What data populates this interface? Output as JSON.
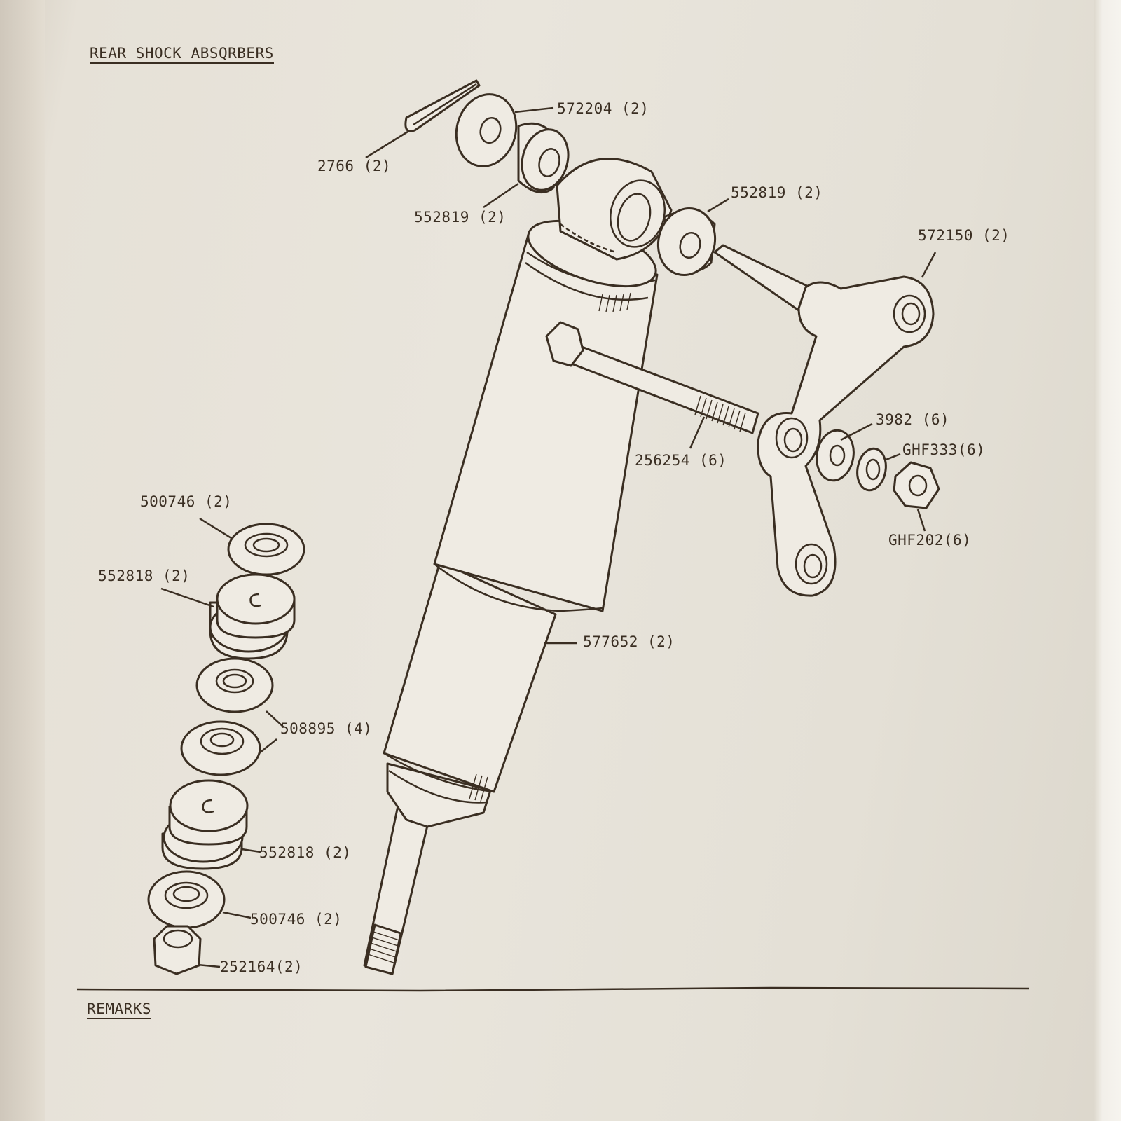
{
  "header": {
    "title": "REAR SHOCK ABSQRBERS"
  },
  "footer": {
    "remarks_label": "REMARKS"
  },
  "parts": {
    "p572204": "572204  (2)",
    "p2766": "2766 (2)",
    "p552819a": "552819 (2)",
    "p552819b": "552819 (2)",
    "p572150": "572150  (2)",
    "p3982": "3982 (6)",
    "pGHF333": "GHF333(6)",
    "p256254": "256254 (6)",
    "pGHF202": "GHF202(6)",
    "p500746a": "500746 (2)",
    "p552818a": "552818 (2)",
    "p577652": "577652  (2)",
    "p508895": "508895 (4)",
    "p552818b": "552818 (2)",
    "p500746b": "500746 (2)",
    "p252164": "252164(2)"
  }
}
